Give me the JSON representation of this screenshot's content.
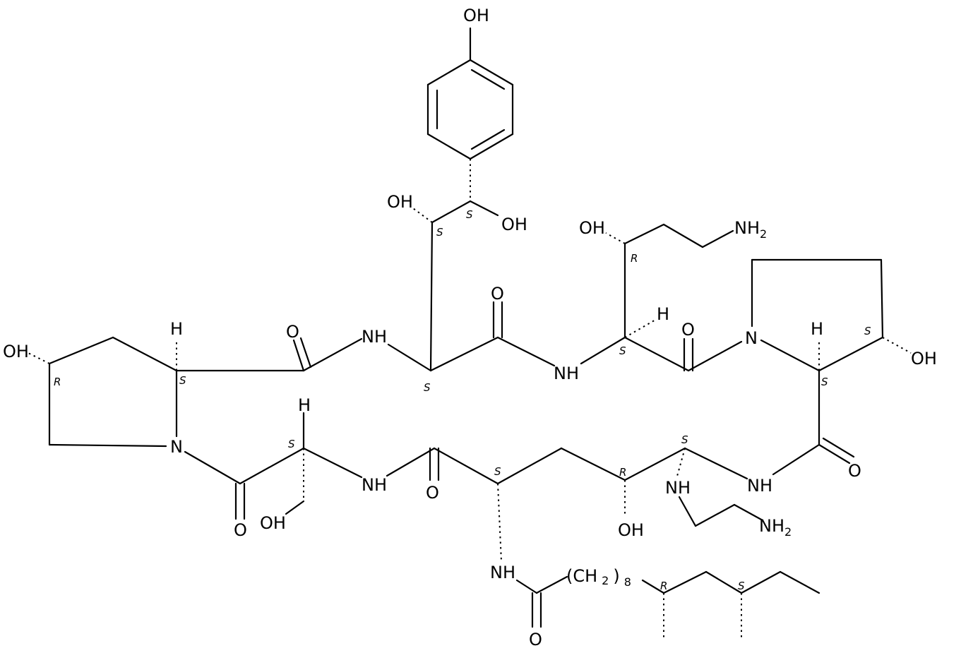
{
  "atoms": {
    "oh_phenol": "OH",
    "oh_benzylic": "OH",
    "oh_beta": "OH",
    "oh_hydroxypro_left": "OH",
    "h_pro_left": "H",
    "o_amide1": "O",
    "nh1": "NH",
    "o_amide2": "O",
    "nh2": "NH",
    "h_orn": "H",
    "oh_orn": "OH",
    "nh2_orn": "NH",
    "nh2_orn_sub": "2",
    "o_amide3": "O",
    "n_pro_right": "N",
    "h_pro_right": "H",
    "oh_pro_right": "OH",
    "o_amide4": "O",
    "nh3": "NH",
    "nh_aminoethyl": "NH",
    "nh2_aminoethyl": "NH",
    "nh2_aminoethyl_sub": "2",
    "oh_mid": "OH",
    "o_amide5": "O",
    "nh4": "NH",
    "h_thr": "H",
    "oh_thr": "OH",
    "o_amide6": "O",
    "n_pro_left": "N",
    "nh_side": "NH",
    "o_side": "O",
    "ch2_group": "(CH",
    "ch2_sub": "2",
    "ch2_close": ")",
    "ch2_count": "8"
  },
  "stereo": {
    "s1": "S",
    "s2": "S",
    "r1": "R",
    "s3": "S",
    "s4": "S",
    "s5": "S",
    "r2": "R",
    "s6": "S",
    "s7": "S",
    "r3": "R",
    "s8": "S",
    "s9": "S",
    "s10": "S",
    "r4": "R",
    "s11": "S"
  }
}
